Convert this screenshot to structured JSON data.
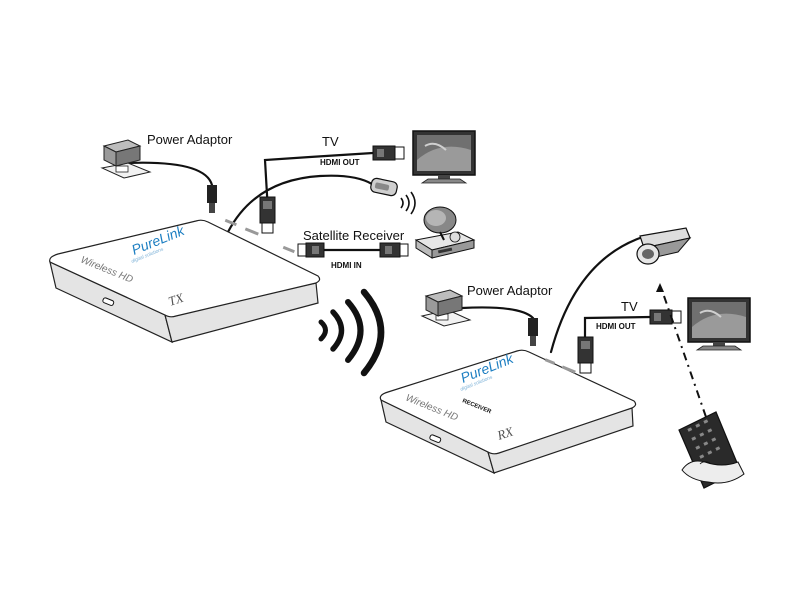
{
  "labels": {
    "tx_power_adaptor": "Power Adaptor",
    "tx_tv": "TV",
    "tx_hdmi_out": "HDMI OUT",
    "satellite_receiver": "Satellite Receiver",
    "hdmi_in": "HDMI IN",
    "rx_power_adaptor": "Power Adaptor",
    "rx_tv": "TV",
    "rx_hdmi_out": "HDMI OUT"
  },
  "transmitter": {
    "brand": "PureLink",
    "brand_sub": "digital solutions",
    "product": "Wireless HD",
    "model": "TX"
  },
  "receiver": {
    "brand": "PureLink",
    "brand_sub": "digital solutions",
    "product": "Wireless HD",
    "model": "RX",
    "badge": "RECEIVER"
  },
  "colors": {
    "logo": "#1e7fc2",
    "line": "#111111"
  },
  "icons": {
    "power_adaptor": "power-adaptor-icon",
    "tv": "tv-icon",
    "satellite": "satellite-receiver-icon",
    "ir_eye": "ir-receiver-icon",
    "remote": "remote-control-icon",
    "wireless": "wireless-signal-icon"
  }
}
